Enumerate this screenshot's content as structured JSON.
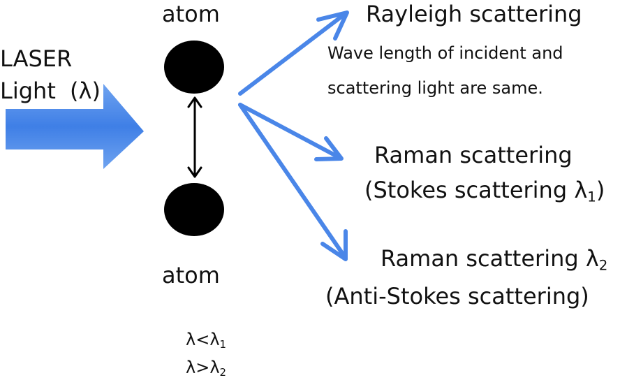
{
  "laser": {
    "line1": "LASER",
    "line2": "Light",
    "lambda": "(λ)"
  },
  "atoms": {
    "top": "atom",
    "bottom": "atom"
  },
  "rayleigh": {
    "title": "Rayleigh scattering",
    "desc_line1": "Wave length of incident and",
    "desc_line2": "scattering light are same."
  },
  "stokes": {
    "title": "Raman scattering",
    "sub_prefix": "(Stokes scattering λ",
    "sub_index": "1",
    "sub_suffix": ")"
  },
  "antistokes": {
    "title_prefix": "Raman scattering λ",
    "title_index": "2",
    "sub": "(Anti-Stokes scattering)"
  },
  "relations": {
    "r1_prefix": "λ<λ",
    "r1_index": "1",
    "r2_prefix": "λ>λ",
    "r2_index": "2"
  },
  "colors": {
    "arrow_blue": "#4a86e8",
    "atom_fill": "#000000",
    "text": "#111111"
  },
  "icons": {
    "incident": "big-right-arrow",
    "bond": "double-headed-arrow"
  }
}
